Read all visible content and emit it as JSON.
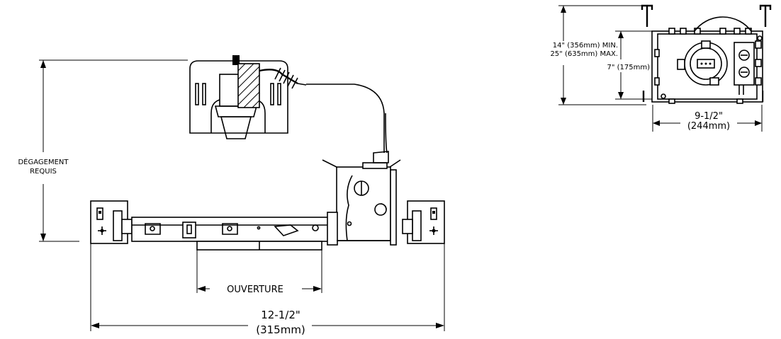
{
  "side_view": {
    "clearance_label_line1": "DÉGAGEMENT",
    "clearance_label_line2": "REQUIS",
    "opening_label": "OUVERTURE",
    "width_label": "12-1/2\"",
    "width_label_metric": "(315mm)"
  },
  "top_view": {
    "joist_min_label": "14\" (356mm) MIN.",
    "joist_max_label": "25\" (635mm) MAX.",
    "depth_label": "7\" (175mm)",
    "width_label": "9-1/2\"",
    "width_label_metric": "(244mm)"
  }
}
